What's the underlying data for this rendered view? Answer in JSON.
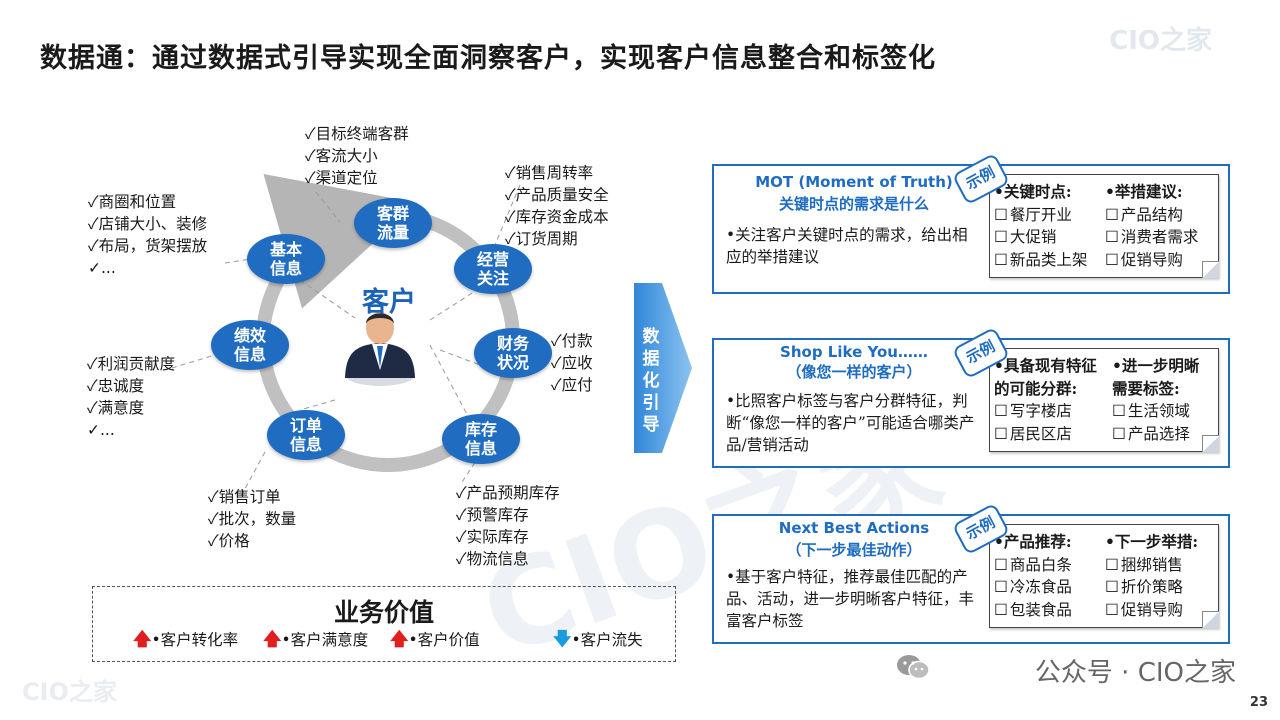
{
  "title": "数据通：通过数据式引导实现全面洞察客户，实现客户信息整合和标签化",
  "watermark": "CIO之家",
  "center_label": "客户",
  "nodes": {
    "basic": "基本\n信息",
    "traffic": "客群\n流量",
    "ops": "经营\n关注",
    "finance": "财务\n状况",
    "inventory": "库存\n信息",
    "orders": "订单\n信息",
    "performance": "绩效\n信息"
  },
  "lists": {
    "traffic": [
      "目标终端客群",
      "客流大小",
      "渠道定位"
    ],
    "basic": [
      "商圈和位置",
      "店铺大小、装修",
      "布局，货架摆放",
      "..."
    ],
    "ops": [
      "销售周转率",
      "产品质量安全",
      "库存资金成本",
      "订货周期"
    ],
    "finance": [
      "付款",
      "应收",
      "应付"
    ],
    "performance": [
      "利润贡献度",
      "忠诚度",
      "满意度",
      "..."
    ],
    "orders": [
      "销售订单",
      "批次，数量",
      "价格"
    ],
    "inventory": [
      "产品预期库存",
      "预警库存",
      "实际库存",
      "物流信息"
    ]
  },
  "arrow_text": "数据化引导",
  "value": {
    "title": "业务价值",
    "metrics": [
      {
        "label": "•客户转化率",
        "dir": "up"
      },
      {
        "label": "•客户满意度",
        "dir": "up"
      },
      {
        "label": "•客户价值",
        "dir": "up"
      },
      {
        "label": "•客户流失",
        "dir": "down"
      }
    ]
  },
  "panels": [
    {
      "heading1": "MOT (Moment of Truth)",
      "heading2": "关键时点的需求是什么",
      "body": "•关注客户关键时点的需求，给出相应的举措建议",
      "badge": "示例",
      "col1_head": "•关键时点:",
      "col1_items": [
        "餐厅开业",
        "大促销",
        "新品类上架"
      ],
      "col2_head": "•举措建议:",
      "col2_items": [
        "产品结构",
        "消费者需求",
        "促销导购"
      ]
    },
    {
      "heading1": "Shop Like You……",
      "heading2": "（像您一样的客户）",
      "body": "•比照客户标签与客户分群特征，判断“像您一样的客户”可能适合哪类产品/营销活动",
      "badge": "示例",
      "col1_head": "•具备现有特征的可能分群:",
      "col1_items": [
        "写字楼店",
        "居民区店"
      ],
      "col2_head": "•进一步明晰需要标签:",
      "col2_items": [
        "生活领域",
        "产品选择"
      ]
    },
    {
      "heading1": "Next Best Actions",
      "heading2": "（下一步最佳动作）",
      "body": "•基于客户特征，推荐最佳匹配的产品、活动，进一步明晰客户特征，丰富客户标签",
      "badge": "示例",
      "col1_head": "•产品推荐:",
      "col1_items": [
        "商品白条",
        "冷冻食品",
        "包装食品"
      ],
      "col2_head": "•下一步举措:",
      "col2_items": [
        "捆绑销售",
        "折价策略",
        "促销导购"
      ]
    }
  ],
  "footer": {
    "brand": "公众号 · CIO之家",
    "page": "23"
  },
  "colors": {
    "accent": "#1f6cc1",
    "up": "#e02020",
    "down": "#1a9be0"
  }
}
